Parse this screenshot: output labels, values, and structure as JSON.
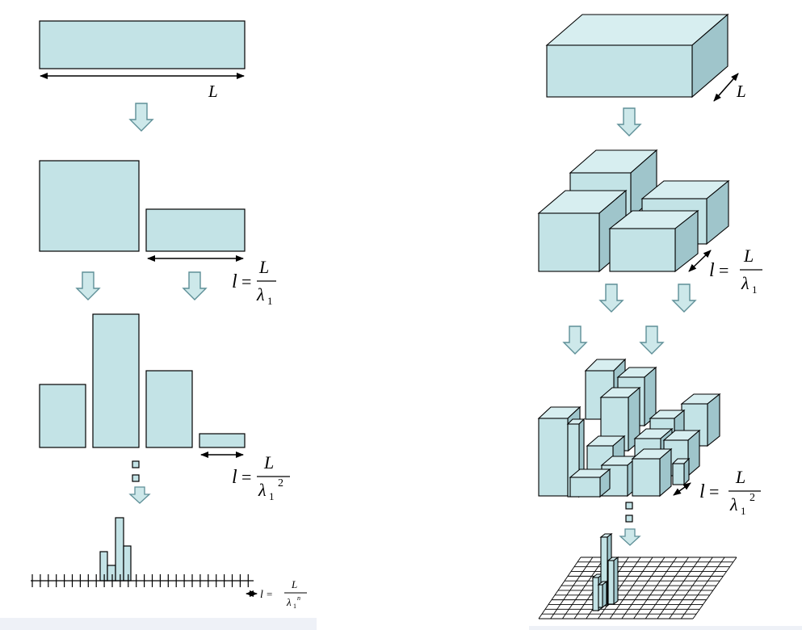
{
  "colors": {
    "box_fill": "#c3e3e6",
    "box_side": "#9fc5cb",
    "box_top": "#d7eef0",
    "stroke": "#000000",
    "arrow_fill": "#cde8ea",
    "arrow_stroke": "#5e8f97"
  },
  "left_panel": {
    "length_label": "L",
    "eq1": {
      "lhs": "l",
      "eq": "=",
      "num": "L",
      "den": "λ",
      "den_sub": "1"
    },
    "eq2": {
      "lhs": "l",
      "eq": "=",
      "num": "L",
      "den": "λ",
      "den_sub": "1",
      "den_sup": "2"
    },
    "eq3": {
      "lhs": "l",
      "eq": "=",
      "num": "L",
      "den": "λ",
      "den_sub": "1",
      "den_sup": "n"
    }
  },
  "right_panel": {
    "length_label": "L",
    "eq1": {
      "lhs": "l",
      "eq": "=",
      "num": "L",
      "den": "λ",
      "den_sub": "1"
    },
    "eq2": {
      "lhs": "l",
      "eq": "=",
      "num": "L",
      "den": "λ",
      "den_sub": "1",
      "den_sup": "2"
    }
  },
  "icons": [
    "down-arrow-icon",
    "double-arrow-icon",
    "continuation-dots-icon"
  ]
}
